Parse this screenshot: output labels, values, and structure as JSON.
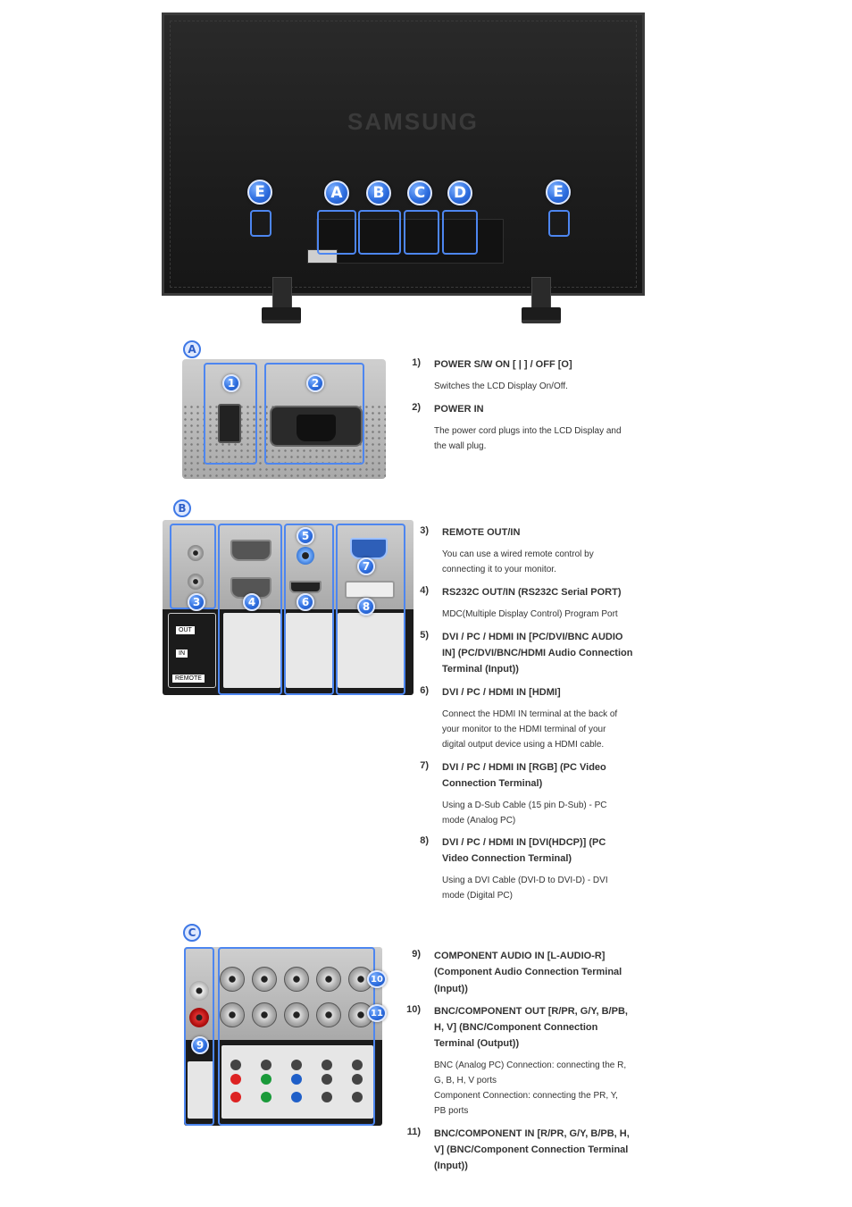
{
  "overview": {
    "brand": "SAMSUNG",
    "callouts": [
      "E",
      "A",
      "B",
      "C",
      "D",
      "E"
    ]
  },
  "section_a": {
    "letter": "A",
    "callouts": [
      "1",
      "2"
    ],
    "items": [
      {
        "index": "1)",
        "title": "POWER S/W ON [ | ] / OFF [O]",
        "desc": [
          "Switches the LCD Display On/Off."
        ]
      },
      {
        "index": "2)",
        "title": "POWER IN",
        "desc": [
          "The power cord plugs into the LCD Display and",
          "the wall plug."
        ]
      }
    ]
  },
  "section_b": {
    "letter": "B",
    "callouts": [
      "3",
      "4",
      "5",
      "6",
      "7",
      "8"
    ],
    "labels": {
      "out": "OUT",
      "in": "IN",
      "remote": "REMOTE"
    },
    "items": [
      {
        "index": "3)",
        "title": [
          "REMOTE OUT/IN"
        ],
        "desc": [
          "You can use a wired remote control by",
          "connecting it to your monitor."
        ]
      },
      {
        "index": "4)",
        "title": [
          "RS232C OUT/IN (RS232C Serial PORT)"
        ],
        "desc": [
          "MDC(Multiple Display Control) Program Port"
        ]
      },
      {
        "index": "5)",
        "title": [
          "DVI / PC / HDMI IN [PC/DVI/BNC AUDIO",
          "IN] (PC/DVI/BNC/HDMI Audio Connection",
          "Terminal (Input))"
        ],
        "desc": []
      },
      {
        "index": "6)",
        "title": [
          "DVI / PC / HDMI IN [HDMI]"
        ],
        "desc": [
          "Connect the HDMI IN terminal at the back of",
          "your monitor to the HDMI terminal of your",
          "digital output device using a HDMI cable."
        ]
      },
      {
        "index": "7)",
        "title": [
          "DVI / PC / HDMI IN [RGB] (PC Video",
          "Connection Terminal)"
        ],
        "desc": [
          "Using a D-Sub Cable (15 pin D-Sub) - PC",
          "mode (Analog PC)"
        ]
      },
      {
        "index": "8)",
        "title": [
          "DVI / PC / HDMI IN [DVI(HDCP)] (PC",
          "Video Connection Terminal)"
        ],
        "desc": [
          "Using a DVI Cable (DVI-D to DVI-D) - DVI",
          "mode (Digital PC)"
        ]
      }
    ]
  },
  "section_c": {
    "letter": "C",
    "callouts": [
      "9",
      "10",
      "11"
    ],
    "items": [
      {
        "index": "9)",
        "title": [
          "COMPONENT AUDIO IN [L-AUDIO-R]",
          "(Component Audio Connection Terminal",
          "(Input))"
        ],
        "desc": []
      },
      {
        "index": "10)",
        "title": [
          "BNC/COMPONENT OUT [R/PR, G/Y, B/PB,",
          "H, V] (BNC/Component Connection",
          "Terminal (Output))"
        ],
        "desc": [
          "BNC (Analog PC) Connection: connecting the R,",
          "G, B, H, V ports",
          "Component Connection: connecting the PR, Y,",
          "PB ports"
        ]
      },
      {
        "index": "11)",
        "title": [
          "BNC/COMPONENT IN [R/PR, G/Y, B/PB, H,",
          "V] (BNC/Component Connection Terminal",
          "(Input))"
        ],
        "desc": []
      }
    ]
  }
}
